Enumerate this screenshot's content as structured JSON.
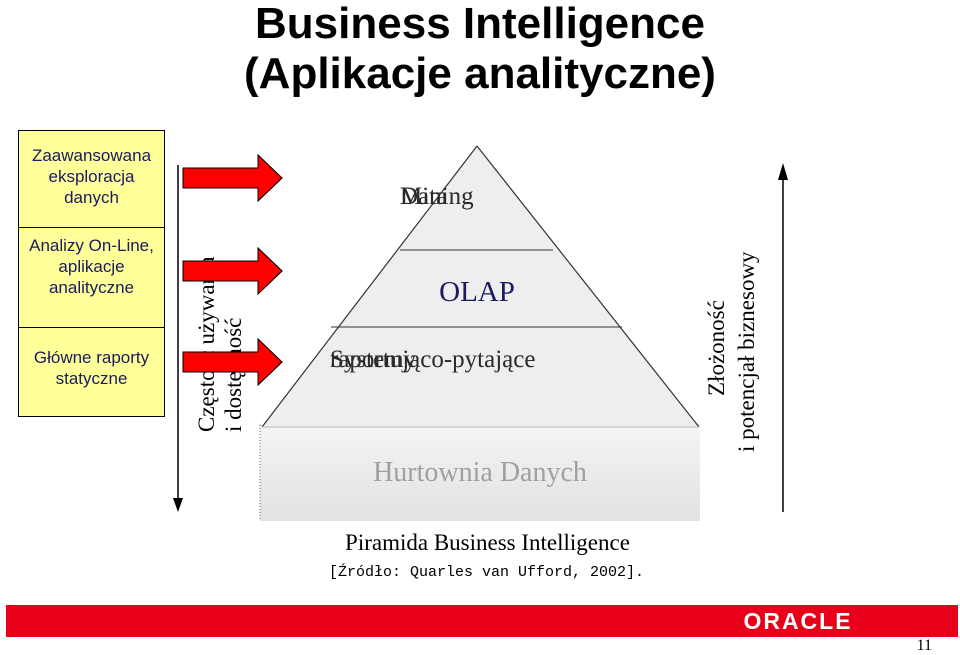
{
  "title": {
    "line1": "Business Intelligence",
    "line2": "(Aplikacje analityczne)"
  },
  "left_box": {
    "items": [
      [
        "Zaawansowana",
        "eksploracja",
        "danych"
      ],
      [
        "Analizy On-Line,",
        "aplikacje",
        "analityczne"
      ],
      [
        "Główne raporty",
        "statyczne"
      ]
    ]
  },
  "left_axis": {
    "line1": "Częstość używania",
    "line2": "i dostępność"
  },
  "pyramid": {
    "levels": [
      {
        "line1": "Data",
        "line2": "Mining"
      },
      {
        "line1": "OLAP"
      },
      {
        "line1": "Systemy",
        "line2": "raportująco-pytające"
      }
    ],
    "base": "Hurtownia Danych"
  },
  "right_axis": {
    "line1": "Złożoność",
    "line2": "i potencjał biznesowy"
  },
  "caption": "Piramida Business Intelligence",
  "source": "[Źródło: Quarles van Ufford, 2002].",
  "footer": {
    "logo_text": "ORACLE",
    "page_number": "11"
  },
  "colors": {
    "arrow_red": "#ff0000",
    "left_box_bg": "#ffff99",
    "pyramid_fill": "#eeeeee",
    "footer_red": "#e8001b"
  }
}
